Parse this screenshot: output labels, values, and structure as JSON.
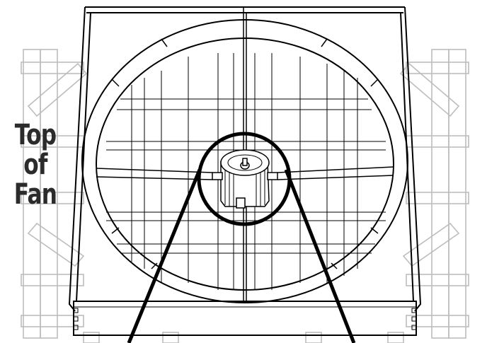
{
  "diagram": {
    "label_lines": [
      "Top",
      "of",
      "Fan"
    ],
    "colors": {
      "ink": "#000000",
      "crate": "#bdbdbd",
      "label": "#2b2b2b",
      "background": "#ffffff"
    }
  }
}
